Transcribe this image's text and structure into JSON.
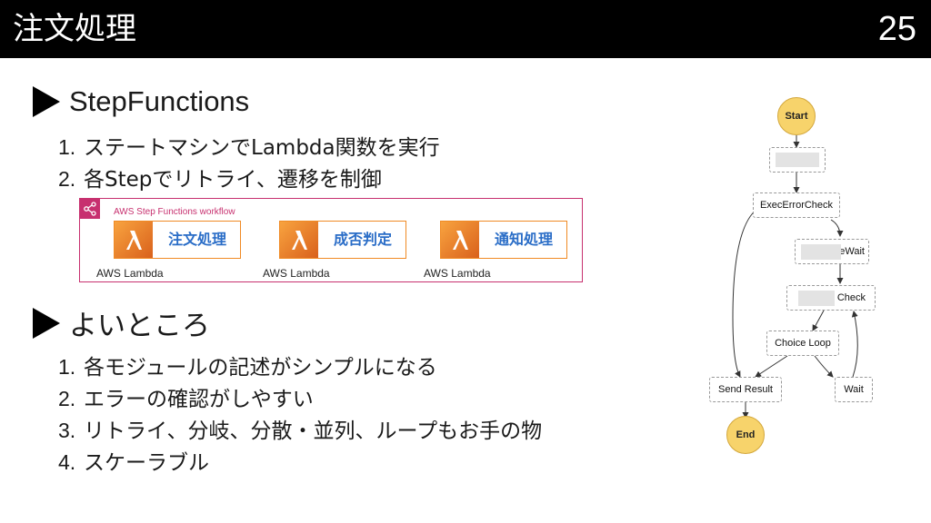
{
  "header": {
    "title": "注文処理",
    "page_number": "25"
  },
  "section1": {
    "title": "StepFunctions",
    "items": [
      {
        "num": "1.",
        "text": "ステートマシンでLambda関数を実行"
      },
      {
        "num": "2.",
        "text": "各Stepでリトライ、遷移を制御"
      }
    ]
  },
  "workflow": {
    "label": "AWS Step Functions workflow",
    "tasks": [
      {
        "name": "注文処理",
        "service": "AWS Lambda"
      },
      {
        "name": "成否判定",
        "service": "AWS Lambda"
      },
      {
        "name": "通知処理",
        "service": "AWS Lambda"
      }
    ]
  },
  "section2": {
    "title": "よいところ",
    "items": [
      {
        "num": "1.",
        "text": "各モジュールの記述がシンプルになる"
      },
      {
        "num": "2.",
        "text": "エラーの確認がしやすい"
      },
      {
        "num": "3.",
        "text": "リトライ、分岐、分散・並列、ループもお手の物"
      },
      {
        "num": "4.",
        "text": "スケーラブル"
      }
    ]
  },
  "state_machine": {
    "start": "Start",
    "exec_error_check": "ExecErrorCheck",
    "wait_suffix": "eWait",
    "check_suffix": "Check",
    "choice_loop": "Choice Loop",
    "send_result": "Send Result",
    "wait": "Wait",
    "end": "End"
  }
}
